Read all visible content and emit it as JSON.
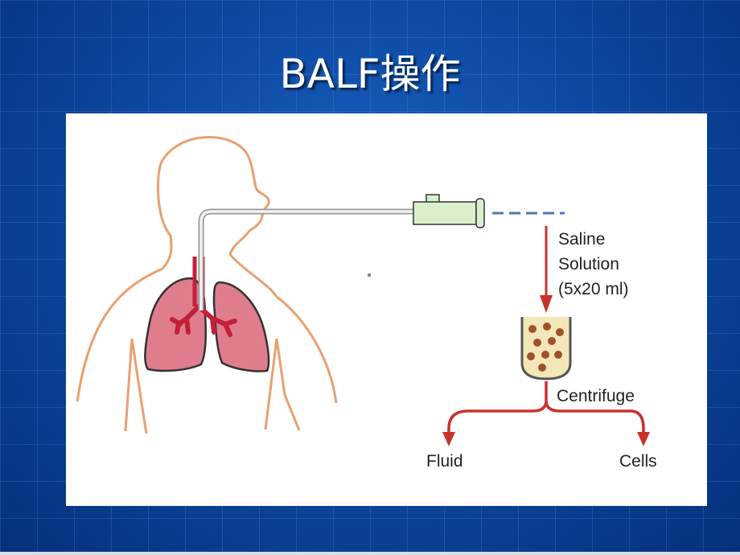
{
  "slide": {
    "title": "BALF操作"
  },
  "diagram": {
    "saline_line1": "Saline",
    "saline_line2": "Solution",
    "saline_line3": "(5x20 ml)",
    "centrifuge_label": "Centrifuge",
    "fluid_label": "Fluid",
    "cells_label": "Cells",
    "colors": {
      "outline": "#e8a070",
      "lungs": "#e07d8c",
      "airway": "#c21f3a",
      "arrow": "#c8322a",
      "syringe": "#d9f0cc",
      "dashes": "#4a78b8",
      "sediment": "#a0502a",
      "tube_liquid": "#f3e6b8"
    }
  }
}
